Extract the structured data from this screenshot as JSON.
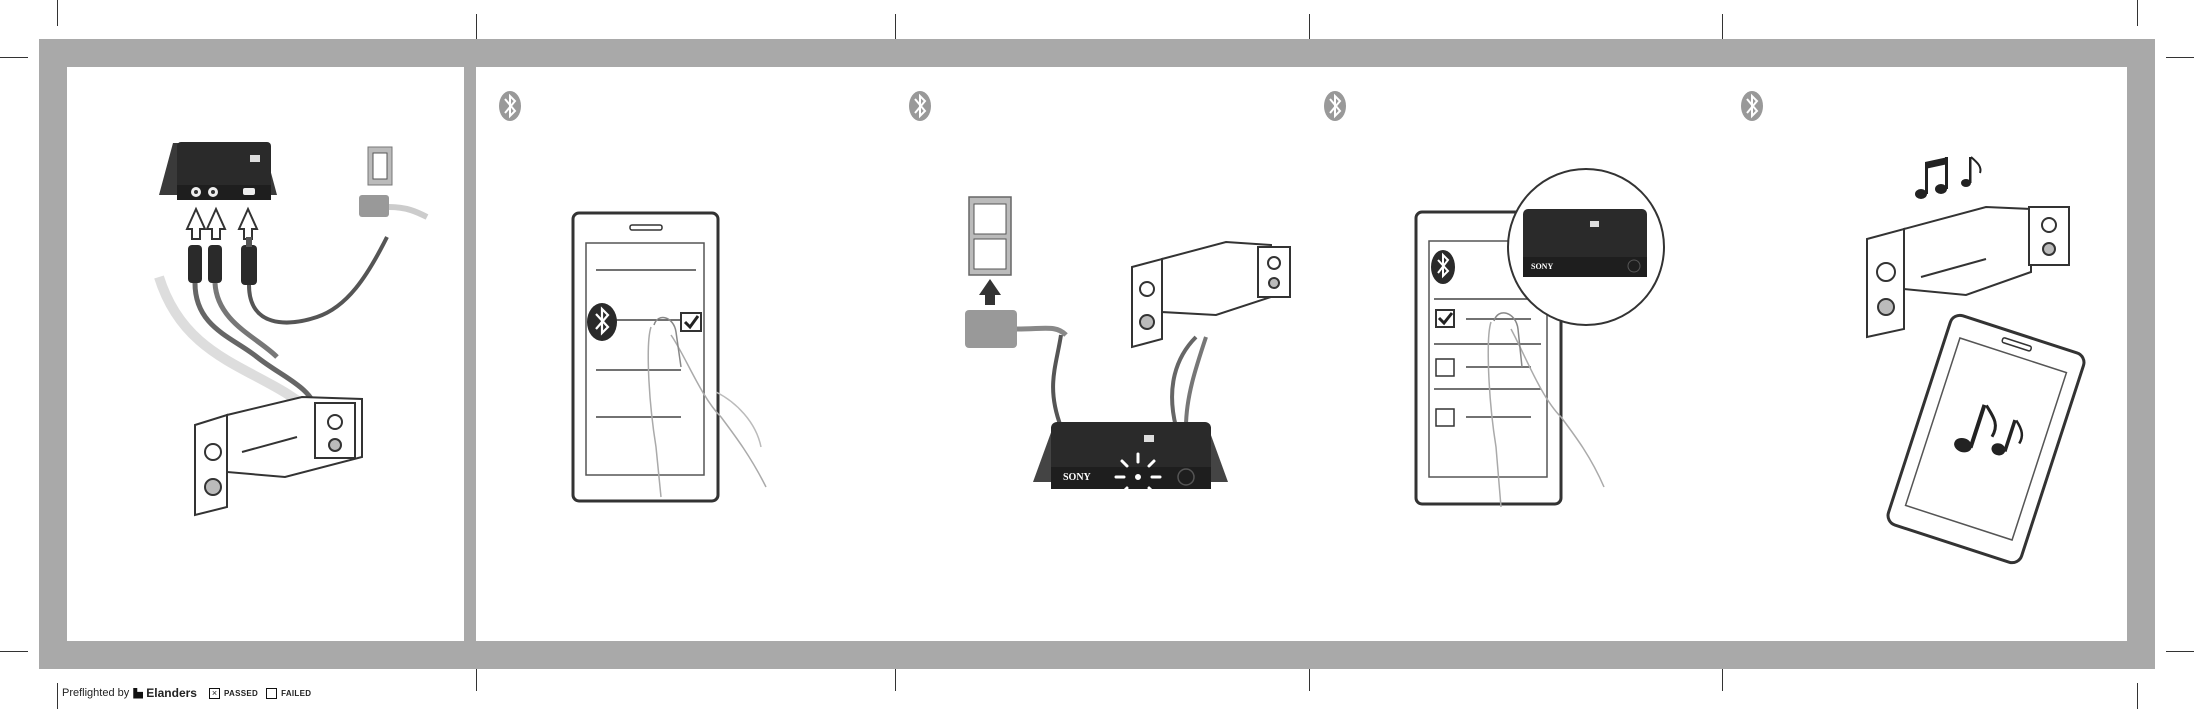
{
  "footer": {
    "preflighted_label": "Preflighted by",
    "brand_name": "Elanders",
    "passed_mark": "×",
    "passed_label": "PASSED",
    "failed_mark": "",
    "failed_label": "FAILED"
  },
  "device": {
    "brand_text": "SONY"
  },
  "colors": {
    "frame_gray": "#a9a9a9",
    "device_black": "#2a2a2a",
    "bluetooth_gray": "#999999"
  },
  "icons": [
    "bluetooth-icon",
    "checkmark-icon",
    "music-note-icon",
    "power-plug-icon",
    "led-blink-icon"
  ]
}
